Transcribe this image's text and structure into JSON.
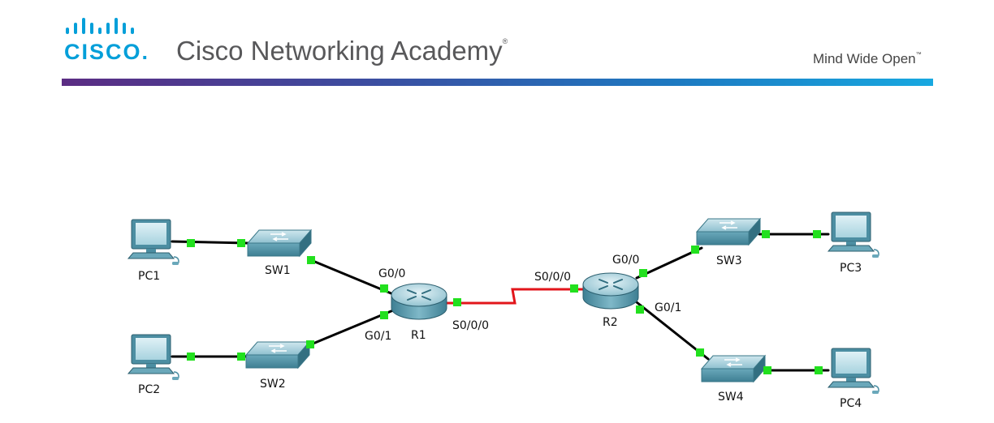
{
  "header": {
    "logo_word": "CISCO.",
    "brand_title": "Cisco Networking Academy",
    "brand_mark": "®",
    "tagline": "Mind Wide Open",
    "tagline_mark": "™"
  },
  "colors": {
    "cisco_blue": "#049fd9",
    "brand_gray": "#58585a",
    "ethernet_link": "#000000",
    "serial_link": "#e2151b",
    "link_light": "#22e01e"
  },
  "devices": {
    "pc1": {
      "label": "PC1",
      "type": "pc"
    },
    "pc2": {
      "label": "PC2",
      "type": "pc"
    },
    "pc3": {
      "label": "PC3",
      "type": "pc"
    },
    "pc4": {
      "label": "PC4",
      "type": "pc"
    },
    "sw1": {
      "label": "SW1",
      "type": "switch"
    },
    "sw2": {
      "label": "SW2",
      "type": "switch"
    },
    "sw3": {
      "label": "SW3",
      "type": "switch"
    },
    "sw4": {
      "label": "SW4",
      "type": "switch"
    },
    "r1": {
      "label": "R1",
      "type": "router"
    },
    "r2": {
      "label": "R2",
      "type": "router"
    }
  },
  "ports": {
    "r1_g00": "G0/0",
    "r1_g01": "G0/1",
    "r1_s000": "S0/0/0",
    "r2_s000": "S0/0/0",
    "r2_g00": "G0/0",
    "r2_g01": "G0/1"
  },
  "links": [
    {
      "from": "pc1",
      "to": "sw1",
      "kind": "ethernet"
    },
    {
      "from": "pc2",
      "to": "sw2",
      "kind": "ethernet"
    },
    {
      "from": "sw1",
      "to": "r1",
      "kind": "ethernet",
      "port_to": "G0/0"
    },
    {
      "from": "sw2",
      "to": "r1",
      "kind": "ethernet",
      "port_to": "G0/1"
    },
    {
      "from": "r1",
      "to": "r2",
      "kind": "serial",
      "port_from": "S0/0/0",
      "port_to": "S0/0/0"
    },
    {
      "from": "r2",
      "to": "sw3",
      "kind": "ethernet",
      "port_from": "G0/0"
    },
    {
      "from": "r2",
      "to": "sw4",
      "kind": "ethernet",
      "port_from": "G0/1"
    },
    {
      "from": "sw3",
      "to": "pc3",
      "kind": "ethernet"
    },
    {
      "from": "sw4",
      "to": "pc4",
      "kind": "ethernet"
    }
  ]
}
